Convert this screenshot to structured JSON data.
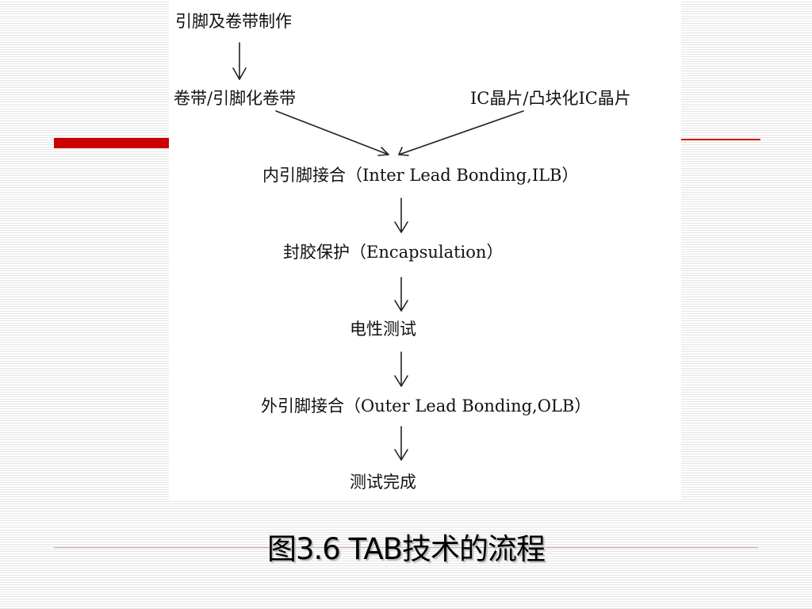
{
  "diagram": {
    "nodes": {
      "start": "引脚及卷带制作",
      "tape": "卷带/引脚化卷带",
      "chip": "IC晶片/凸块化IC晶片",
      "ilb": "内引脚接合（Inter Lead Bonding,ILB）",
      "encap": "封胶保护（Encapsulation）",
      "test": "电性测试",
      "olb": "外引脚接合（Outer Lead Bonding,OLB）",
      "done": "测试完成"
    },
    "edges": [
      {
        "from": "start",
        "to": "tape"
      },
      {
        "from": "tape",
        "to": "ilb"
      },
      {
        "from": "chip",
        "to": "ilb"
      },
      {
        "from": "ilb",
        "to": "encap"
      },
      {
        "from": "encap",
        "to": "test"
      },
      {
        "from": "test",
        "to": "olb"
      },
      {
        "from": "olb",
        "to": "done"
      }
    ]
  },
  "caption": "图3.6 TAB技术的流程",
  "colors": {
    "accent": "#cc0000",
    "arrow": "#222222",
    "text": "#111111"
  }
}
